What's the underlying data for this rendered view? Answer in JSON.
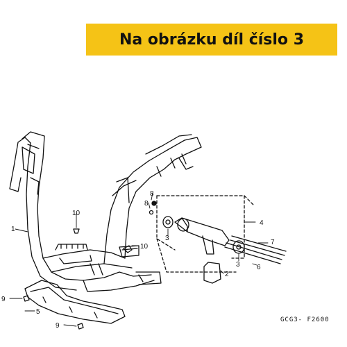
{
  "banner": {
    "text": "Na obrázku díl číslo 3",
    "background": "#f5c316"
  },
  "diagram": {
    "code": "GCG3- F2600",
    "callouts": [
      {
        "id": "label-1",
        "text": "1"
      },
      {
        "id": "label-2",
        "text": "2"
      },
      {
        "id": "label-3a",
        "text": "3"
      },
      {
        "id": "label-3b",
        "text": "3"
      },
      {
        "id": "label-4",
        "text": "4"
      },
      {
        "id": "label-5",
        "text": "5"
      },
      {
        "id": "label-6",
        "text": "6"
      },
      {
        "id": "label-7",
        "text": "7"
      },
      {
        "id": "label-8a",
        "text": "8"
      },
      {
        "id": "label-8b",
        "text": "8"
      },
      {
        "id": "label-9a",
        "text": "9"
      },
      {
        "id": "label-9b",
        "text": "9"
      },
      {
        "id": "label-10a",
        "text": "10"
      },
      {
        "id": "label-10b",
        "text": "10"
      }
    ]
  }
}
